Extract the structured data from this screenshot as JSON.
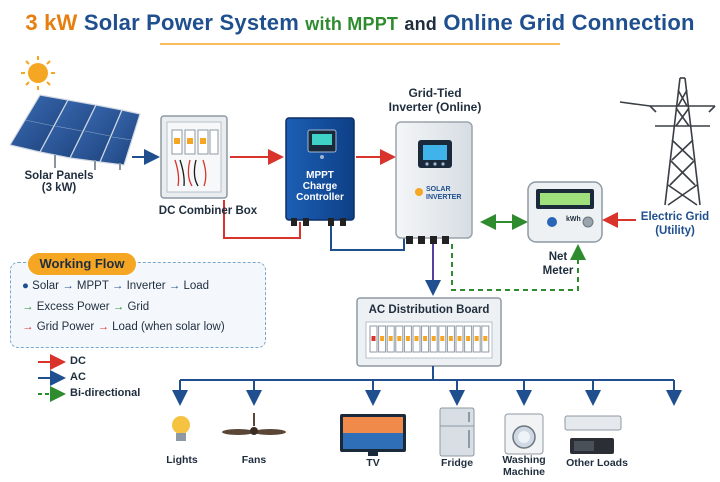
{
  "title": {
    "part1": "3 kW",
    "part2": "Solar Power System",
    "part3": "with MPPT",
    "part4": "and",
    "part5": "Online Grid Connection"
  },
  "components": {
    "solar_panels": {
      "label": "Solar Panels",
      "sub": "(3 kW)"
    },
    "combiner": {
      "label": "DC Combiner Box"
    },
    "mppt": {
      "line1": "MPPT",
      "line2": "Charge",
      "line3": "Controller"
    },
    "inverter": {
      "label1": "Grid-Tied",
      "label2": "Inverter (Online)",
      "brand1": "SOLAR",
      "brand2": "INVERTER"
    },
    "net_meter": {
      "label1": "Net",
      "label2": "Meter",
      "unit": "kWh"
    },
    "grid": {
      "label1": "Electric Grid",
      "label2": "(Utility)"
    },
    "distribution": {
      "label": "AC Distribution Board"
    }
  },
  "working_flow": {
    "heading": "Working Flow",
    "line1": {
      "a": "Solar",
      "b": "MPPT",
      "c": "Inverter",
      "d": "Load"
    },
    "line2": {
      "a": "Excess Power",
      "b": "Grid"
    },
    "line3": {
      "a": "Grid Power",
      "b": "Load",
      "c": "(when solar low)"
    }
  },
  "legend": {
    "dc": "DC",
    "ac": "AC",
    "bidi": "Bi-directional"
  },
  "loads": {
    "lights": "Lights",
    "fans": "Fans",
    "tv": "TV",
    "fridge": "Fridge",
    "washing1": "Washing",
    "washing2": "Machine",
    "other": "Other Loads"
  },
  "colors": {
    "dc": "#d9342b",
    "ac": "#1f4f8f",
    "bidi": "#2e8b2e",
    "accent": "#f5a623",
    "title_orange": "#e67e10"
  }
}
